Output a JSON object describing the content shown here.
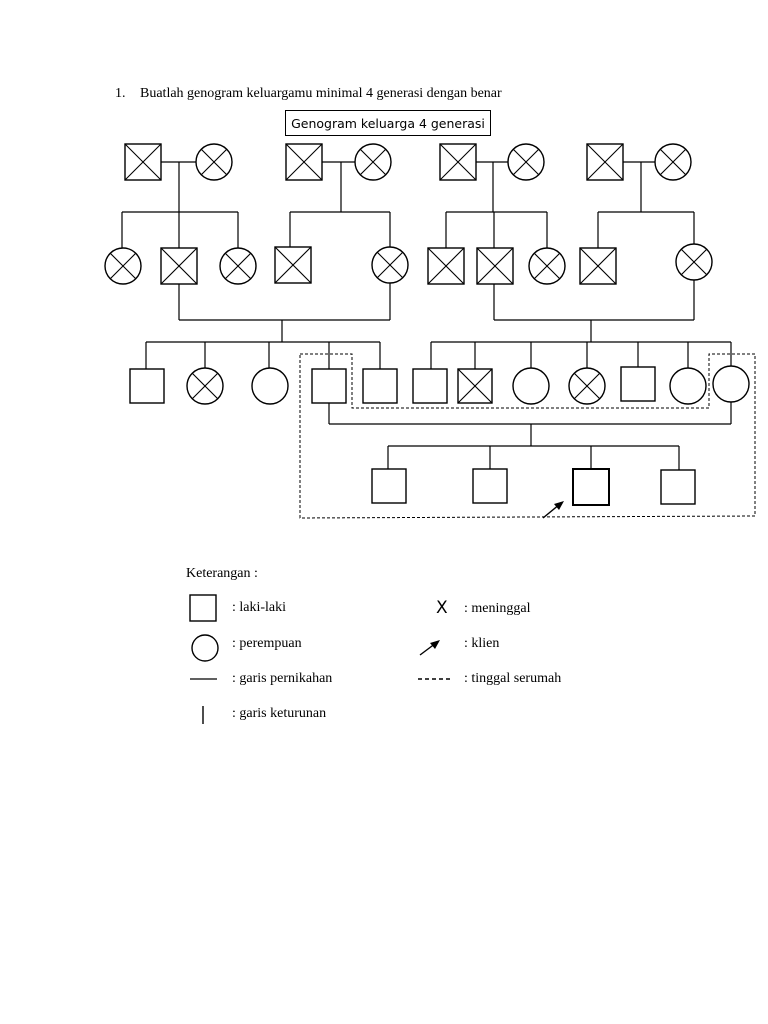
{
  "instruction": {
    "number": "1.",
    "text": "Buatlah genogram keluargamu minimal 4 generasi dengan benar"
  },
  "title": "Genogram keluarga 4 generasi",
  "legend": {
    "heading": "Keterangan :",
    "male": ": laki-laki",
    "female": ": perempuan",
    "marriage": ": garis pernikahan",
    "descent": ": garis keturunan",
    "deceased_symbol": "X",
    "deceased": ": meninggal",
    "client": ": klien",
    "cohabit": ": tinggal serumah"
  },
  "people": {
    "generation_1": [
      "male-deceased",
      "female-deceased",
      "male-deceased",
      "female-deceased",
      "male-deceased",
      "female-deceased",
      "male-deceased",
      "female-deceased"
    ],
    "generation_2": [
      "female-deceased",
      "male-deceased",
      "female-deceased",
      "male-deceased",
      "female-deceased",
      "male-deceased",
      "male-deceased",
      "female-deceased",
      "male-deceased",
      "female-deceased"
    ],
    "generation_3": [
      "male",
      "female-deceased",
      "female",
      "male",
      "male",
      "male",
      "male-deceased",
      "female",
      "female-deceased",
      "male",
      "female",
      "female"
    ],
    "generation_4": [
      "male",
      "male",
      "male-client",
      "male"
    ]
  }
}
